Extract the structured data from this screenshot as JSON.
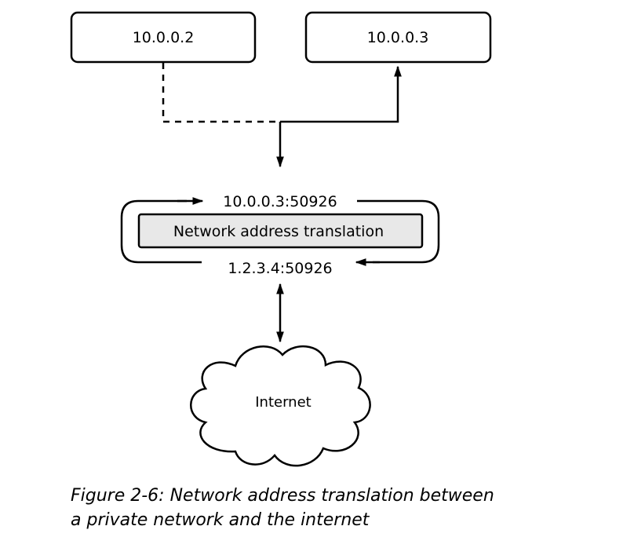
{
  "hosts": [
    {
      "label": "10.0.0.2"
    },
    {
      "label": "10.0.0.3"
    }
  ],
  "nat": {
    "label": "Network address translation",
    "inbound_address": "10.0.0.3:50926",
    "outbound_address": "1.2.3.4:50926"
  },
  "cloud": {
    "label": "Internet"
  },
  "caption": {
    "line1": "Figure 2-6: Network address translation between",
    "line2": "a private network and the internet"
  },
  "colors": {
    "stroke": "#000000",
    "nat_fill": "#e8e8e8",
    "background": "#ffffff"
  }
}
